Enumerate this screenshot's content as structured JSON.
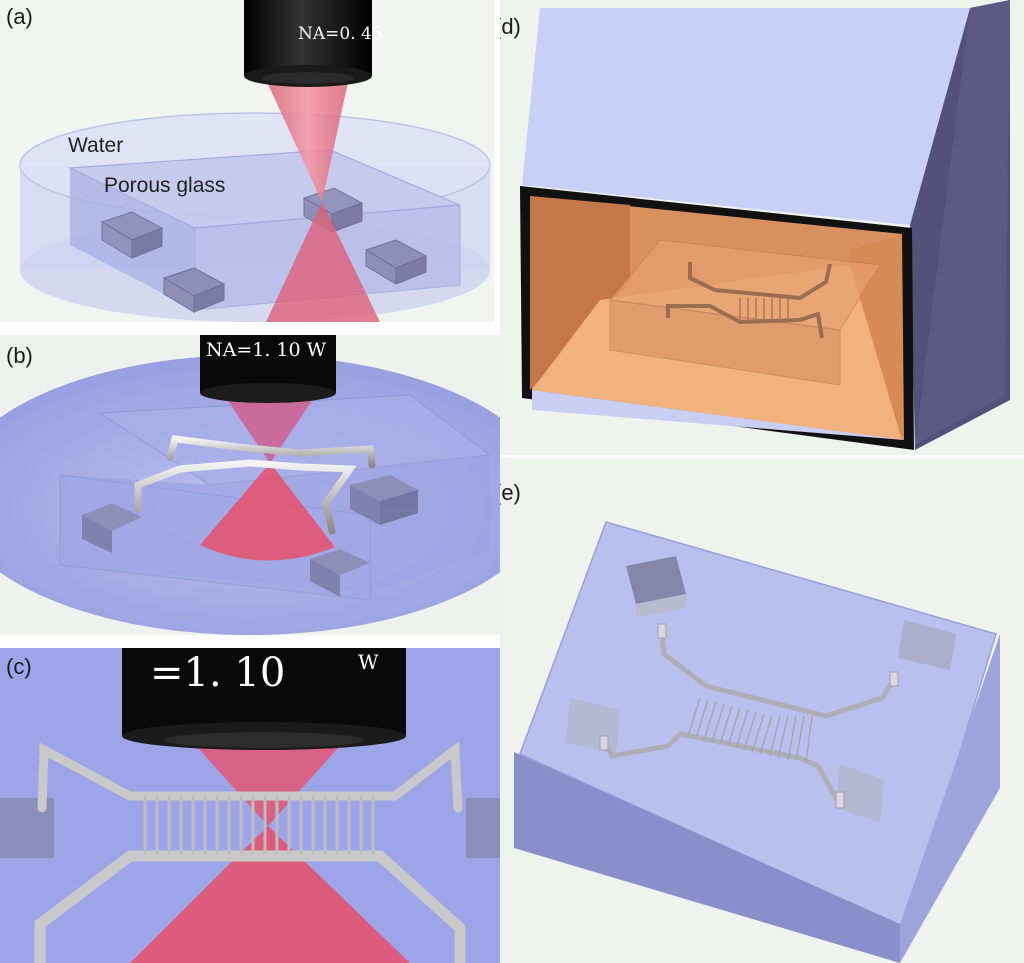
{
  "panels": {
    "a": {
      "label": "(a)",
      "objective": "NA=0. 45",
      "water": "Water",
      "glass": "Porous glass"
    },
    "b": {
      "label": "(b)",
      "objective": "NA=1. 10  W"
    },
    "c": {
      "label": "(c)",
      "objective": "=1. 10",
      "objective_suffix": "W"
    },
    "d": {
      "label": "(d)"
    },
    "e": {
      "label": "(e)"
    }
  },
  "colors": {
    "laser": "#e8506a",
    "glass": "#9aa3e8",
    "objective": "#0c0c0c",
    "fluorescent": "#f0a060",
    "panel_bg": "#eef3ee"
  }
}
